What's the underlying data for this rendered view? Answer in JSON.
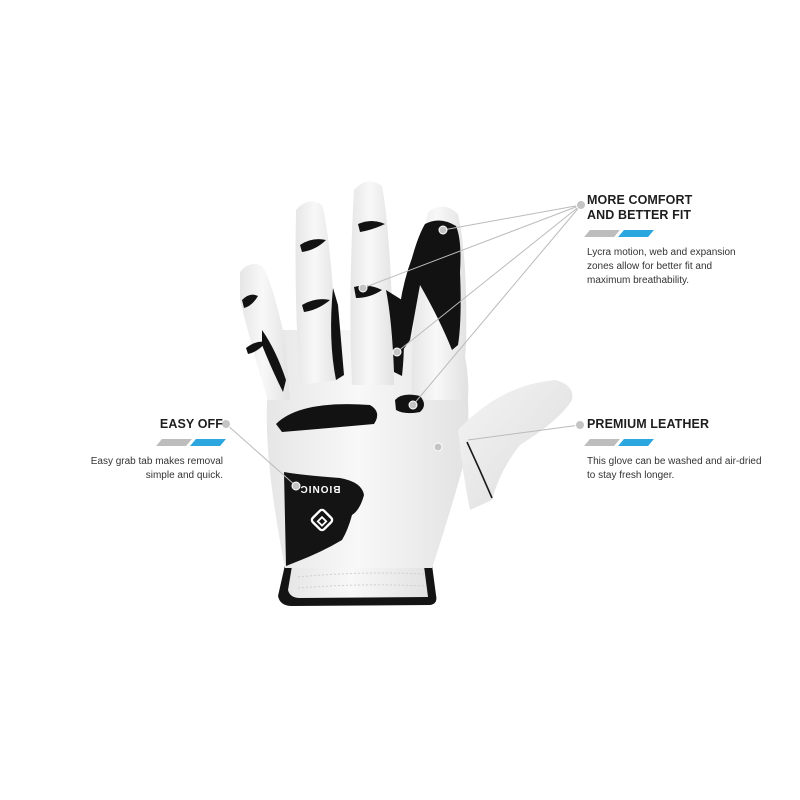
{
  "colors": {
    "background": "#ffffff",
    "accent_blue": "#2ba6de",
    "accent_gray": "#bdbdbd",
    "leather_white": "#f3f3f3",
    "lycra_black": "#111111",
    "leader_line": "#b8b8b8"
  },
  "product": {
    "brand_label": "BIONIC",
    "logo_icon": "bionic-logo-icon"
  },
  "callouts": [
    {
      "id": "comfort",
      "title_line1": "MORE COMFORT",
      "title_line2": "AND BETTER FIT",
      "description_line1": "Lycra motion, web and expansion",
      "description_line2": "zones allow for better fit and",
      "description_line3": "maximum breathability."
    },
    {
      "id": "easy-off",
      "title_line1": "EASY OFF",
      "description_line1": "Easy grab tab makes removal",
      "description_line2": "simple and quick."
    },
    {
      "id": "leather",
      "title_line1": "PREMIUM LEATHER",
      "description_line1": "This glove can be washed and air-dried",
      "description_line2": "to stay fresh longer."
    }
  ]
}
